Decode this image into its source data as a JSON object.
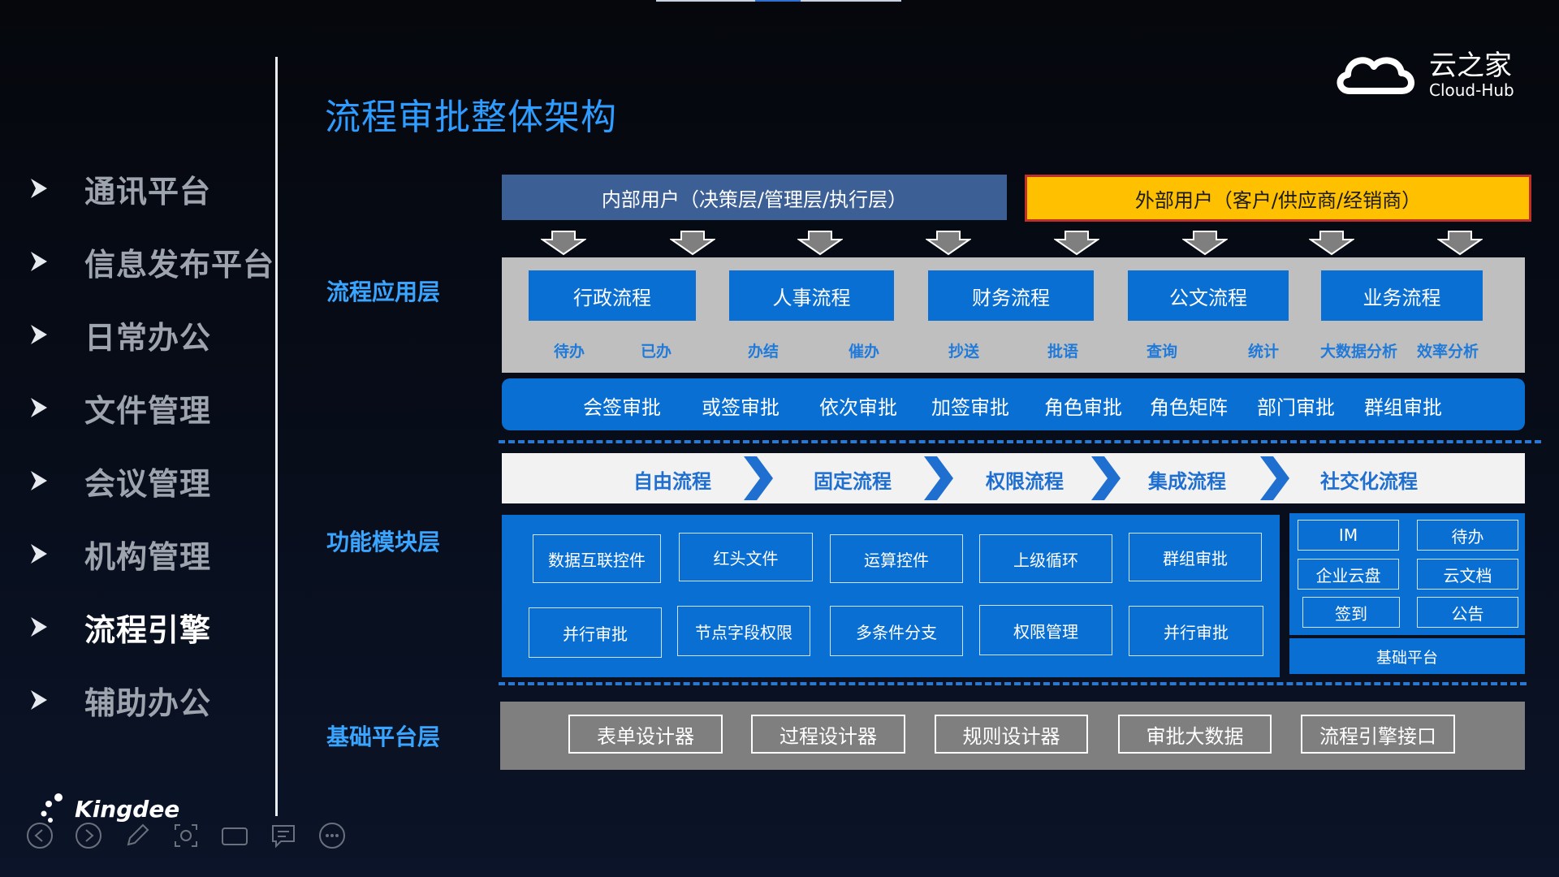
{
  "sidebar": {
    "items": [
      {
        "label": "通讯平台"
      },
      {
        "label": "信息发布平台"
      },
      {
        "label": "日常办公"
      },
      {
        "label": "文件管理"
      },
      {
        "label": "会议管理"
      },
      {
        "label": "机构管理"
      },
      {
        "label": "流程引擎"
      },
      {
        "label": "辅助办公"
      }
    ],
    "active_index": 6
  },
  "brand": {
    "name_cn": "云之家",
    "name_en": "Cloud-Hub"
  },
  "company_logo": {
    "text": "Kingdee"
  },
  "title": "流程审批整体架构",
  "layers": {
    "application": "流程应用层",
    "function": "功能模块层",
    "base": "基础平台层"
  },
  "users": {
    "internal": "内部用户（决策层/管理层/执行层）",
    "external": "外部用户（客户/供应商/经销商）"
  },
  "processes": [
    {
      "label": "行政流程",
      "subs": [
        "待办",
        "已办"
      ]
    },
    {
      "label": "人事流程",
      "subs": [
        "办结",
        "催办"
      ]
    },
    {
      "label": "财务流程",
      "subs": [
        "抄送",
        "批语"
      ]
    },
    {
      "label": "公文流程",
      "subs": [
        "查询",
        "统计"
      ]
    },
    {
      "label": "业务流程",
      "subs": [
        "大数据分析",
        "效率分析"
      ]
    }
  ],
  "approval_types": [
    "会签审批",
    "或签审批",
    "依次审批",
    "加签审批",
    "角色审批",
    "角色矩阵",
    "部门审批",
    "群组审批"
  ],
  "flow_types": [
    "自由流程",
    "固定流程",
    "权限流程",
    "集成流程",
    "社交化流程"
  ],
  "function_modules": [
    [
      "数据互联控件",
      "红头文件",
      "运算控件",
      "上级循环",
      "群组审批"
    ],
    [
      "并行审批",
      "节点字段权限",
      "多条件分支",
      "权限管理",
      "并行审批"
    ]
  ],
  "platform_modules": [
    "IM",
    "待办",
    "企业云盘",
    "云文档",
    "签到",
    "公告"
  ],
  "platform_label": "基础平台",
  "base_tools": [
    "表单设计器",
    "过程设计器",
    "规则设计器",
    "审批大数据",
    "流程引擎接口"
  ],
  "colors": {
    "title": "#2f9cff",
    "accent_blue": "#0a6fd2",
    "internal_user": "#3c5f95",
    "external_user": "#ffc000",
    "external_border": "#c0302a",
    "sidebar_inactive": "#9ea4ad"
  }
}
